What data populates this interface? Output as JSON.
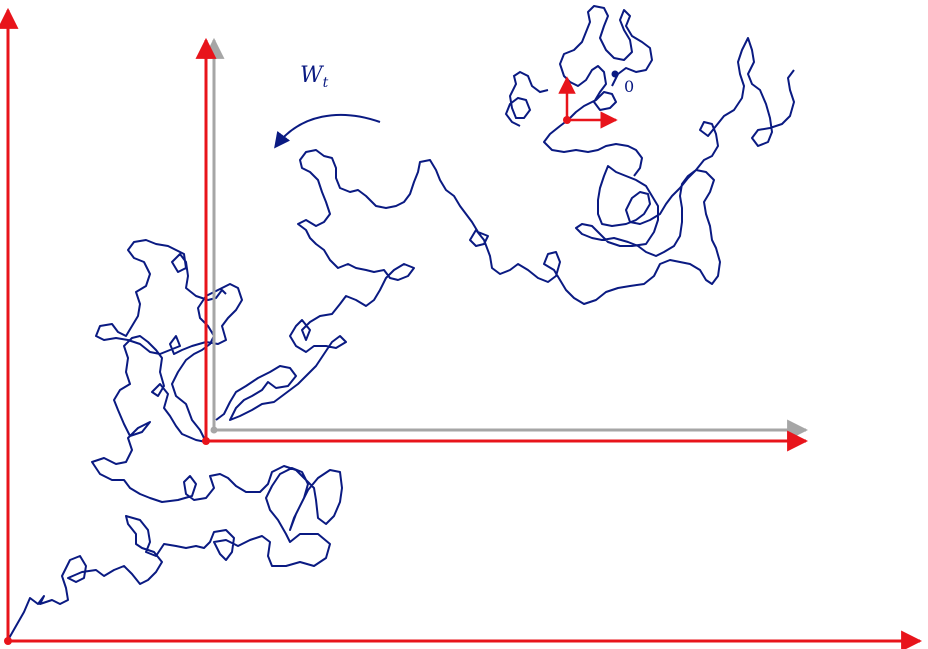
{
  "labels": {
    "process_main": "W",
    "process_sub": "t",
    "origin": "0"
  },
  "colors": {
    "path": "#0a1a82",
    "axis_red": "#e8141b",
    "axis_gray": "#a6a6a6",
    "point": "#0a1a82"
  }
}
